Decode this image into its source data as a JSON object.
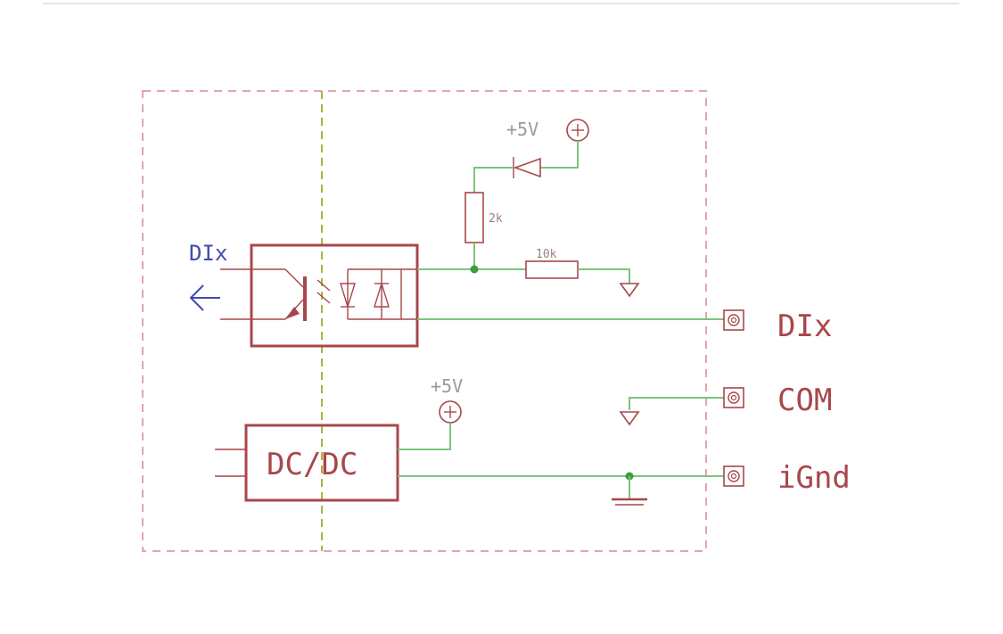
{
  "diagram": {
    "input_label": "DIx",
    "supply_top": "+5V",
    "supply_bottom": "+5V",
    "resistor_1_value": "2k",
    "resistor_2_value": "10k",
    "converter_label": "DC/DC",
    "terminals": [
      {
        "label": "DIx"
      },
      {
        "label": "COM"
      },
      {
        "label": "iGnd"
      }
    ]
  },
  "colors": {
    "component": "#a8474b",
    "wire": "#7cc47c",
    "boundary": "#e0a8a8",
    "isolation": "#b0b040",
    "signal_arrow": "#3e4bb0",
    "supply_text": "#9a9a9a"
  }
}
